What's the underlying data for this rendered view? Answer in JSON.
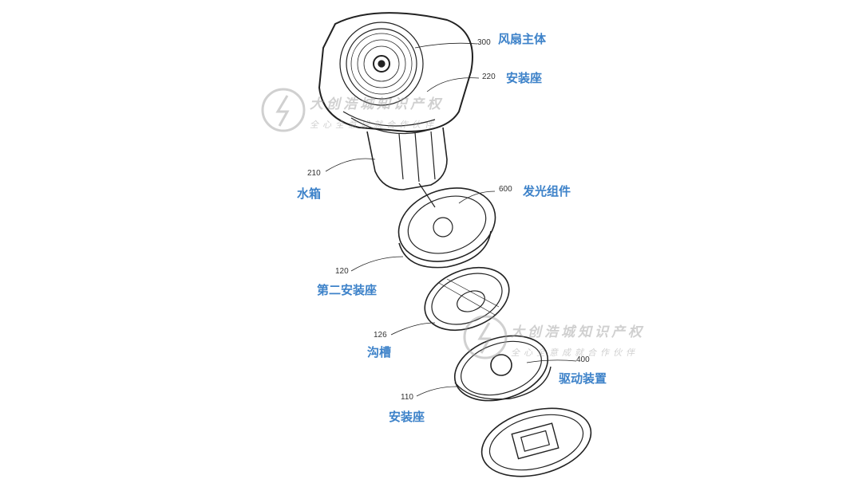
{
  "parts": [
    {
      "number": "300",
      "label": "风扇主体"
    },
    {
      "number": "220",
      "label": "安装座"
    },
    {
      "number": "210",
      "label": "水箱"
    },
    {
      "number": "600",
      "label": "发光组件"
    },
    {
      "number": "120",
      "label": "第二安装座"
    },
    {
      "number": "126",
      "label": "沟槽"
    },
    {
      "number": "400",
      "label": "驱动装置"
    },
    {
      "number": "110",
      "label": "安装座"
    }
  ],
  "watermark": {
    "company": "大创浩城知识产权",
    "slogan": "全心全意成就合作伙伴"
  },
  "colors": {
    "label": "#3d82c9",
    "line": "#222222"
  }
}
